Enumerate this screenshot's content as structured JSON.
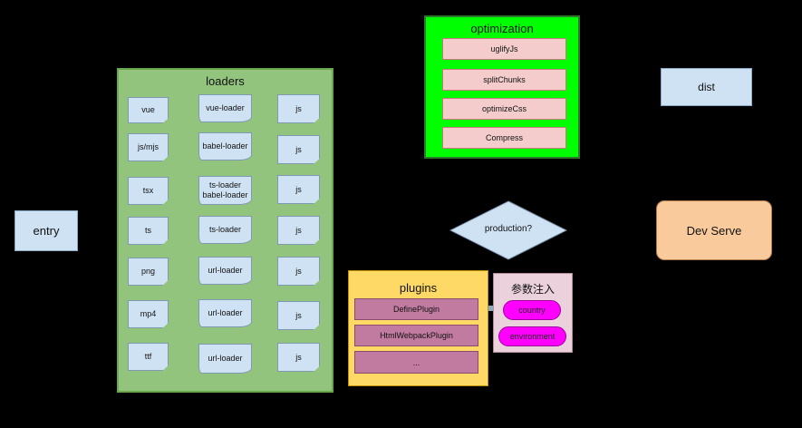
{
  "entry": "entry",
  "loaders": {
    "title": "loaders",
    "rows": [
      {
        "source": "vue",
        "loader": "vue-loader",
        "output": "js"
      },
      {
        "source": "js/mjs",
        "loader": "babel-loader",
        "output": "js"
      },
      {
        "source": "tsx",
        "loader": "ts-loader\nbabel-loader",
        "output": "js"
      },
      {
        "source": "ts",
        "loader": "ts-loader",
        "output": "js"
      },
      {
        "source": "png",
        "loader": "url-loader",
        "output": "js"
      },
      {
        "source": "mp4",
        "loader": "url-loader",
        "output": "js"
      },
      {
        "source": "ttf",
        "loader": "url-loader",
        "output": "js"
      }
    ]
  },
  "optimization": {
    "title": "optimization",
    "items": [
      "uglifyJs",
      "splitChunks",
      "optimizeCss",
      "Compress"
    ]
  },
  "decision": "production?",
  "dist": "dist",
  "dev_serve": "Dev Serve",
  "plugins": {
    "title": "plugins",
    "items": [
      "DefinePlugin",
      "HtmlWebpackPlugin",
      "..."
    ]
  },
  "params": {
    "title": "参数注入",
    "items": [
      "country",
      "environment"
    ]
  },
  "colors": {
    "loaders_panel": "#93c47d",
    "optimization_panel": "#00ff00",
    "plugins_panel": "#ffd966",
    "params_panel": "#ead1dc",
    "dev_serve": "#f9cb9c",
    "node_light_blue": "#cfe2f3"
  }
}
